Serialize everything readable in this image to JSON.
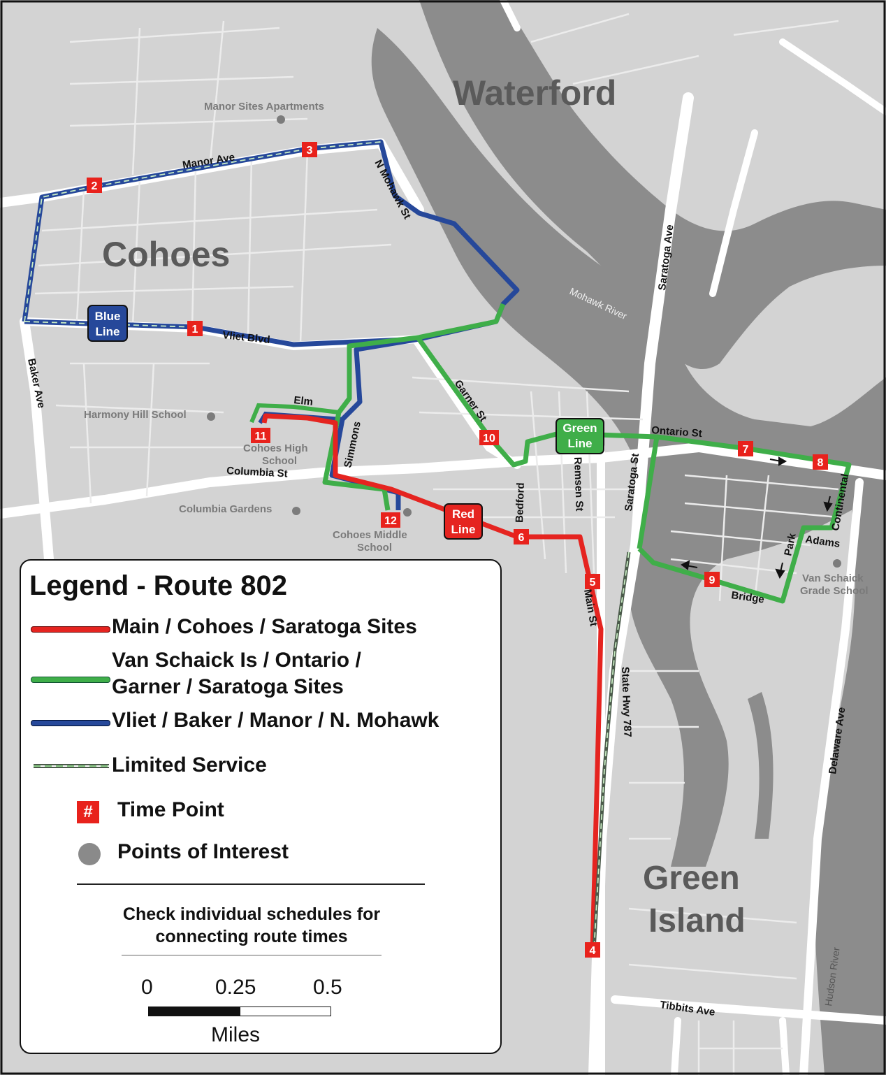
{
  "places": {
    "waterford": "Waterford",
    "cohoes": "Cohoes",
    "green_island": [
      "Green",
      "Island"
    ]
  },
  "streets": {
    "manor_ave": "Manor Ave",
    "n_mohawk": "N Mohawk St",
    "vliet": "Vliet Blvd",
    "baker": "Baker Ave",
    "elm": "Elm",
    "simmons": "Simmons",
    "garner": "Garner St",
    "columbia": "Columbia St",
    "bedford": "Bedford",
    "remsen": "Remsen St",
    "saratoga_st": "Saratoga St",
    "saratoga_ave": "Saratoga Ave",
    "ontario": "Ontario St",
    "continental": "Continental",
    "adams": "Adams",
    "park": "Park",
    "bridge": "Bridge",
    "main": "Main St",
    "hwy787": "State Hwy 787",
    "delaware": "Delaware Ave",
    "tibbits": "Tibbits Ave",
    "mohawk_river": "Mohawk River",
    "hudson_river": "Hudson River"
  },
  "pois": {
    "manor_sites": "Manor Sites Apartments",
    "harmony": "Harmony Hill School",
    "cohoes_high": [
      "Cohoes High",
      "School"
    ],
    "columbia_gardens": "Columbia Gardens",
    "cohoes_middle": [
      "Cohoes Middle",
      "School"
    ],
    "van_schaick": [
      "Van Schaick",
      "Grade School"
    ]
  },
  "line_badges": {
    "blue": [
      "Blue",
      "Line"
    ],
    "green": [
      "Green",
      "Line"
    ],
    "red": [
      "Red",
      "Line"
    ]
  },
  "time_points": [
    "1",
    "2",
    "3",
    "4",
    "5",
    "6",
    "7",
    "8",
    "9",
    "10",
    "11",
    "12"
  ],
  "colors": {
    "red_line": "#e52420",
    "green_line": "#3fae49",
    "blue_line": "#26489a",
    "water": "#8c8c8c",
    "land": "#d3d3d3",
    "road": "#ffffff",
    "time_point": "#e8221c"
  },
  "legend": {
    "title": "Legend - Route 802",
    "red": "Main / Cohoes / Saratoga Sites",
    "green_1": "Van Schaick Is / Ontario /",
    "green_2": "Garner / Saratoga Sites",
    "blue": "Vliet / Baker / Manor / N. Mohawk",
    "limited": "Limited Service",
    "time_point_symbol": "#",
    "time_point": "Time Point",
    "poi": "Points of Interest",
    "note_1": "Check individual schedules for",
    "note_2": "connecting route times",
    "scale_0": "0",
    "scale_1": "0.25",
    "scale_2": "0.5",
    "units": "Miles"
  }
}
